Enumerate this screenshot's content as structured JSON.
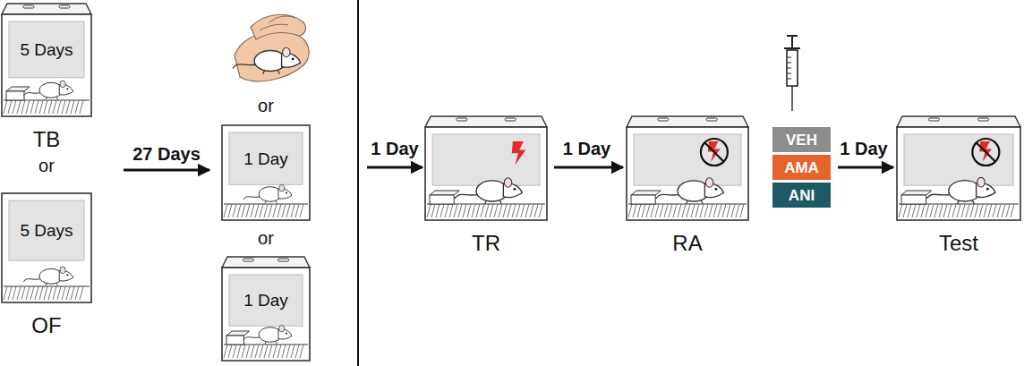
{
  "diagram": {
    "nodes": [
      {
        "text": [
          "5 Days",
          "TB"
        ]
      },
      {
        "text": [
          "5 Days",
          "OF"
        ]
      },
      {
        "text": [
          "1 Day"
        ]
      },
      {
        "text": [
          "1 Day"
        ]
      },
      {
        "text": [
          "TR"
        ]
      },
      {
        "text": [
          "RA"
        ]
      },
      {
        "text": [
          "VEH"
        ]
      },
      {
        "text": [
          "AMA"
        ]
      },
      {
        "text": [
          "ANI"
        ]
      },
      {
        "text": [
          "Test"
        ]
      }
    ],
    "edges": [
      {
        "from": 4,
        "to": 5,
        "arrow": "to",
        "label": "1 Day"
      },
      {
        "from": 7,
        "to": 9,
        "arrow": "to",
        "label": "1 Day"
      }
    ],
    "labels": [
      "or",
      "27 Days",
      "or",
      "or",
      "1 Day"
    ]
  }
}
